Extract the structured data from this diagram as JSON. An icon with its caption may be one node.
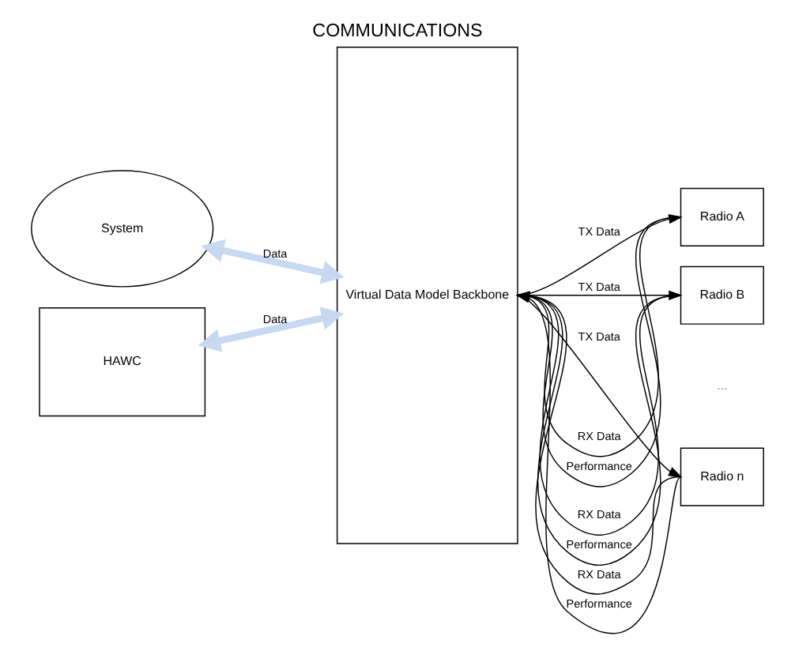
{
  "diagram": {
    "title": "COMMUNICATIONS",
    "nodes": [
      {
        "text": [
          "System"
        ]
      },
      {
        "text": [
          "HAWC"
        ]
      },
      {
        "text": [
          "Virtual Data Model Backbone"
        ]
      },
      {
        "text": [
          "Radio A"
        ]
      },
      {
        "text": [
          "Radio B"
        ]
      },
      {
        "text": [
          "Radio n"
        ]
      }
    ],
    "edges": [
      {
        "from": 0,
        "to": 2,
        "arrow": "both",
        "label": "Data",
        "style": "thick",
        "color": "#c6d9f1"
      },
      {
        "from": 1,
        "to": 2,
        "arrow": "both",
        "label": "Data",
        "style": "thick",
        "color": "#c6d9f1"
      },
      {
        "from": 3,
        "to": 2,
        "arrow": "to",
        "label": "RX Data"
      },
      {
        "from": 2,
        "to": 3,
        "arrow": "to",
        "label": "TX Data"
      },
      {
        "from": 3,
        "to": 2,
        "arrow": "to",
        "label": "Performance"
      },
      {
        "from": 4,
        "to": 2,
        "arrow": "to",
        "label": "RX Data"
      },
      {
        "from": 2,
        "to": 4,
        "arrow": "to",
        "label": "TX Data"
      },
      {
        "from": 4,
        "to": 2,
        "arrow": "to",
        "label": "Performance"
      },
      {
        "from": 5,
        "to": 2,
        "arrow": "to",
        "label": "RX Data"
      },
      {
        "from": 2,
        "to": 5,
        "arrow": "to",
        "label": "TX Data"
      },
      {
        "from": 5,
        "to": 2,
        "arrow": "to",
        "label": "Performance"
      }
    ],
    "labels": [
      "..."
    ]
  }
}
